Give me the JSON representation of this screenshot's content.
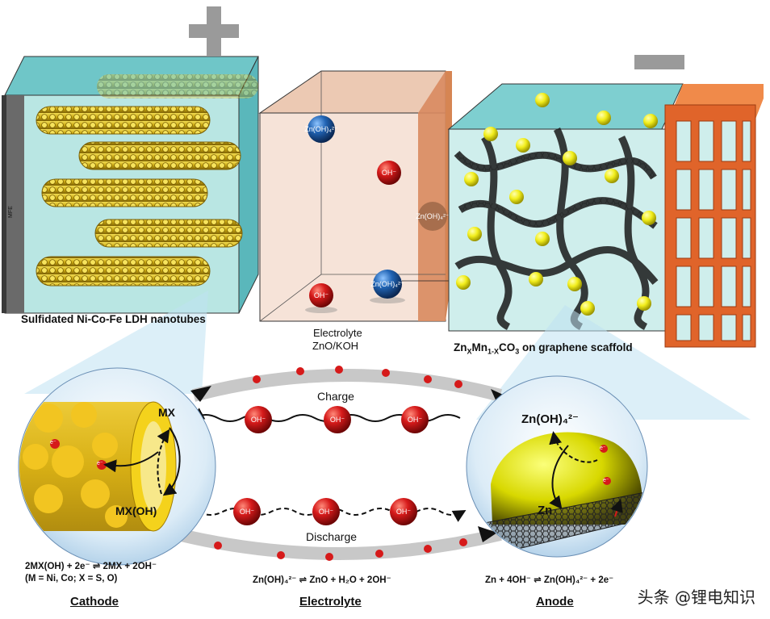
{
  "top": {
    "cathode_label": "Sulfidated Ni-Co-Fe LDH nanotubes",
    "electrolyte_label_1": "Electrolyte",
    "electrolyte_label_2": "ZnO/KOH",
    "anode_label_prefix": "Zn",
    "anode_label_sub1": "X",
    "anode_label_mid": "Mn",
    "anode_label_sub2": "1-X",
    "anode_label_suffix": "CO",
    "anode_label_sub3": "3",
    "anode_label_rest": " on graphene scaffold",
    "mfe": "MFE",
    "ions": {
      "zincate": "Zn(OH)₄²⁻",
      "oh": "OH⁻"
    }
  },
  "bottom": {
    "charge": "Charge",
    "discharge": "Discharge",
    "mx": "MX",
    "mxoh": "MX(OH)",
    "zincate_big": "Zn(OH)₄²⁻",
    "zn": "Zn",
    "electron": "e⁻",
    "oh": "OH⁻"
  },
  "equations": {
    "cathode_1": "2MX(OH) + 2e⁻ ⇌ 2MX + 2OH⁻",
    "cathode_2": "(M = Ni, Co; X = S, O)",
    "electrolyte": "Zn(OH)₄²⁻ ⇌ ZnO + H₂O + 2OH⁻",
    "anode": "Zn + 4OH⁻ ⇌ Zn(OH)₄²⁻ + 2e⁻"
  },
  "titles": {
    "cathode": "Cathode",
    "electrolyte": "Electrolyte",
    "anode": "Anode"
  },
  "watermark": "头条 @锂电知识",
  "colors": {
    "cyan_box": "#8fd3d6",
    "electrolyte_box": "#f4ddd0",
    "electrolyte_side": "#d98a5f",
    "grid_orange": "#e0642a",
    "ion_red": "#c8161a",
    "ion_blue": "#1f5fa8",
    "nanotube_gold": "#d2b61a",
    "arrow_gray": "#c8c8c8"
  }
}
